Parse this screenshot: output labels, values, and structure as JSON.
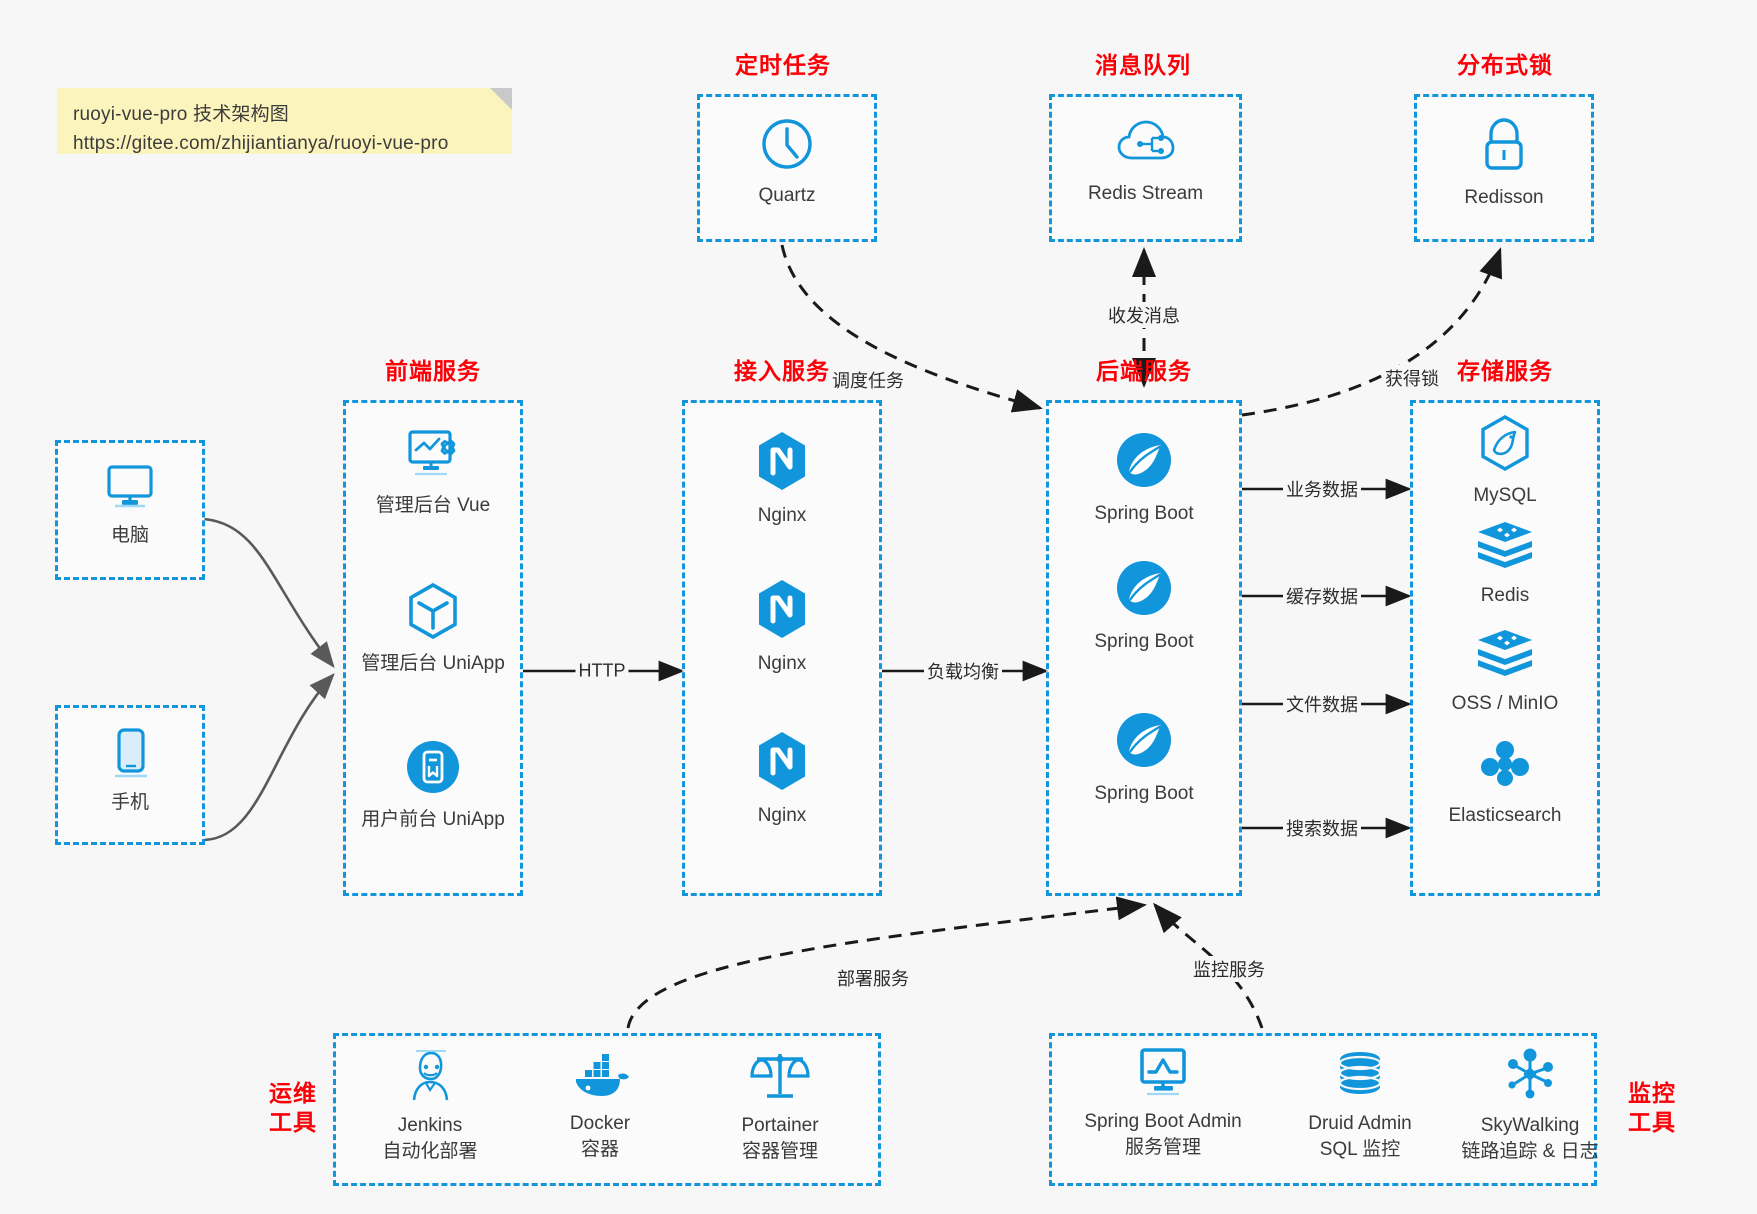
{
  "note": {
    "line1": "ruoyi-vue-pro 技术架构图",
    "line2": "https://gitee.com/zhijiantianya/ruoyi-vue-pro"
  },
  "colors": {
    "accent_blue": "#1296db",
    "group_red": "#fb0007",
    "text_dark": "#3b3b3b",
    "note_yellow": "#fbf4bd",
    "arrow_solid": "#1a1a1a",
    "arrow_curve_gray": "#595959",
    "background": "#f7f7f7"
  },
  "groups": {
    "scheduler": {
      "title": "定时任务",
      "nodes": [
        {
          "label": "Quartz",
          "icon": "clock-icon"
        }
      ]
    },
    "mq": {
      "title": "消息队列",
      "nodes": [
        {
          "label": "Redis Stream",
          "icon": "cloud-stream-icon"
        }
      ]
    },
    "lock": {
      "title": "分布式锁",
      "nodes": [
        {
          "label": "Redisson",
          "icon": "padlock-icon"
        }
      ]
    },
    "clients": {
      "nodes": [
        {
          "label": "电脑",
          "icon": "desktop-monitor-icon"
        },
        {
          "label": "手机",
          "icon": "smartphone-icon"
        }
      ]
    },
    "frontend": {
      "title": "前端服务",
      "nodes": [
        {
          "label": "管理后台 Vue",
          "icon": "dashboard-settings-icon"
        },
        {
          "label": "管理后台 UniApp",
          "icon": "hexagon-cube-icon"
        },
        {
          "label": "用户前台 UniApp",
          "icon": "mobile-app-icon"
        }
      ]
    },
    "gateway": {
      "title": "接入服务",
      "nodes": [
        {
          "label": "Nginx",
          "icon": "nginx-icon"
        },
        {
          "label": "Nginx",
          "icon": "nginx-icon"
        },
        {
          "label": "Nginx",
          "icon": "nginx-icon"
        }
      ]
    },
    "backend": {
      "title": "后端服务",
      "nodes": [
        {
          "label": "Spring Boot",
          "icon": "spring-boot-icon"
        },
        {
          "label": "Spring Boot",
          "icon": "spring-boot-icon"
        },
        {
          "label": "Spring Boot",
          "icon": "spring-boot-icon"
        }
      ]
    },
    "storage": {
      "title": "存储服务",
      "nodes": [
        {
          "label": "MySQL",
          "icon": "mysql-dolphin-icon"
        },
        {
          "label": "Redis",
          "icon": "redis-stack-icon"
        },
        {
          "label": "OSS / MinIO",
          "icon": "object-storage-icon"
        },
        {
          "label": "Elasticsearch",
          "icon": "elasticsearch-icon"
        }
      ]
    },
    "devops": {
      "title": "运维\n工具",
      "title_line1": "运维",
      "title_line2": "工具",
      "nodes": [
        {
          "label": "Jenkins",
          "sub": "自动化部署",
          "icon": "jenkins-butler-icon"
        },
        {
          "label": "Docker",
          "sub": "容器",
          "icon": "docker-whale-icon"
        },
        {
          "label": "Portainer",
          "sub": "容器管理",
          "icon": "scales-balance-icon"
        }
      ]
    },
    "monitoring": {
      "title_line1": "监控",
      "title_line2": "工具",
      "nodes": [
        {
          "label": "Spring Boot Admin",
          "sub": "服务管理",
          "icon": "monitor-chart-icon"
        },
        {
          "label": "Druid Admin",
          "sub": "SQL 监控",
          "icon": "database-cylinder-icon"
        },
        {
          "label": "SkyWalking",
          "sub": "链路追踪 & 日志",
          "icon": "network-nodes-icon"
        }
      ]
    }
  },
  "edges": [
    {
      "label": "调度任务",
      "from": "scheduler",
      "to": "backend",
      "style": "dashed"
    },
    {
      "label": "收发消息",
      "from": "mq",
      "to": "backend",
      "style": "dashed-bidirectional"
    },
    {
      "label": "获得锁",
      "from": "backend",
      "to": "lock",
      "style": "dashed"
    },
    {
      "label": "HTTP",
      "from": "frontend",
      "to": "gateway",
      "style": "solid"
    },
    {
      "label": "负载均衡",
      "from": "gateway",
      "to": "backend",
      "style": "solid"
    },
    {
      "label": "业务数据",
      "from": "backend",
      "to": "MySQL",
      "style": "solid"
    },
    {
      "label": "缓存数据",
      "from": "backend",
      "to": "Redis",
      "style": "solid"
    },
    {
      "label": "文件数据",
      "from": "backend",
      "to": "OSS / MinIO",
      "style": "solid"
    },
    {
      "label": "搜索数据",
      "from": "backend",
      "to": "Elasticsearch",
      "style": "solid"
    },
    {
      "label": "部署服务",
      "from": "devops",
      "to": "backend",
      "style": "dashed"
    },
    {
      "label": "监控服务",
      "from": "monitoring",
      "to": "backend",
      "style": "dashed"
    }
  ]
}
